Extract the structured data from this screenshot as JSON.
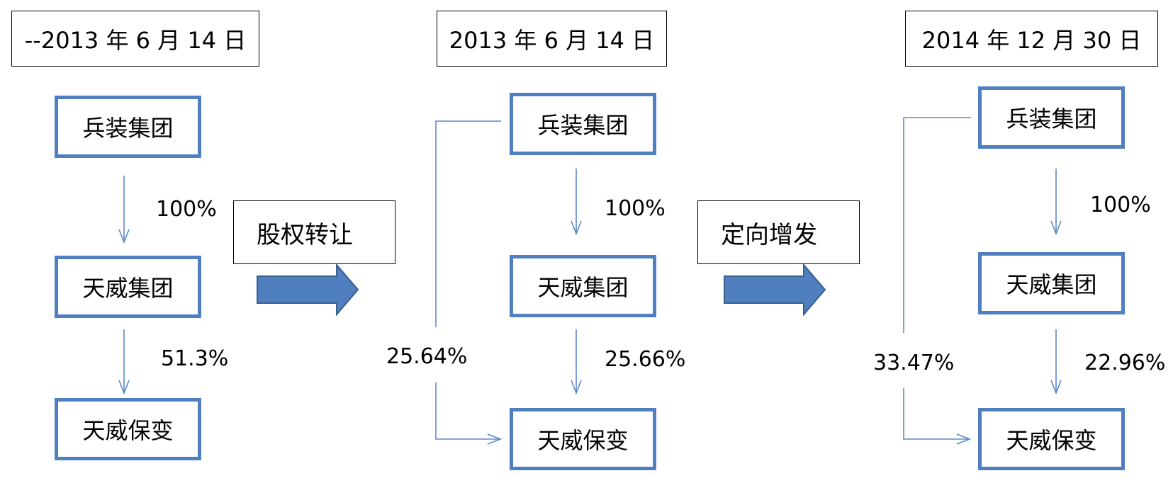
{
  "columns": [
    {
      "date": "--2013 年 6 月 14 日",
      "top": "兵装集团",
      "middle": "天威集团",
      "bottom": "天威保变",
      "pct_top_mid": "100%",
      "pct_mid_bottom": "51.3%"
    },
    {
      "date": "2013 年 6 月 14 日",
      "top": "兵装集团",
      "middle": "天威集团",
      "bottom": "天威保变",
      "pct_top_mid": "100%",
      "pct_mid_bottom": "25.66%",
      "pct_direct": "25.64%"
    },
    {
      "date": "2014 年 12 月 30 日",
      "top": "兵装集团",
      "middle": "天威集团",
      "bottom": "天威保变",
      "pct_top_mid": "100%",
      "pct_mid_bottom": "22.96%",
      "pct_direct": "33.47%"
    }
  ],
  "transitions": [
    {
      "label": "股权转让"
    },
    {
      "label": "定向增发"
    }
  ],
  "colors": {
    "box_border": "#4f7fbf",
    "line": "#5b89c8",
    "arrow_fill": "#4f7fbf",
    "arrow_stroke": "#3a5f8f"
  }
}
